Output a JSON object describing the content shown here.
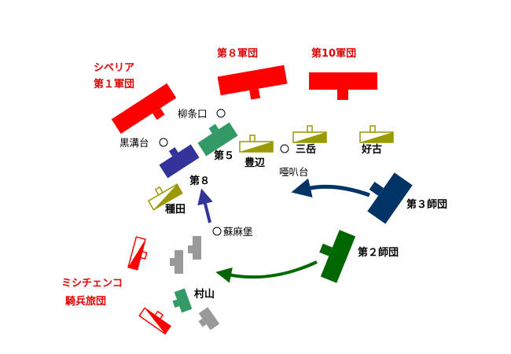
{
  "colors": {
    "japan_red": "#ff0000",
    "label_red": "#e00000",
    "green": "#339966",
    "navy": "#333399",
    "olive": "#999900",
    "gray": "#999999",
    "dark_blue": "#003366",
    "army2_green": "#006600"
  },
  "labels": {
    "siberia_line1": "シベリア",
    "siberia_line2": "第１軍団",
    "corps8": "第８軍団",
    "corps10": "第10軍団",
    "div3": "第３師団",
    "div2": "第２師団",
    "div5": "第５",
    "div8": "第８",
    "toyohe": "豊辺",
    "sangaku": "三岳",
    "kouko": "好古",
    "taneda": "種田",
    "murayama": "村山",
    "mishchenko_line1": "ミシチェンコ",
    "mishchenko_line2": "騎兵旅団"
  },
  "places": {
    "liutiaokou": "柳条口",
    "heigoutai": "黒溝台",
    "yabatai": "唖叭台",
    "sumabao": "蘇麻堡"
  },
  "icons": {
    "city_marker": "circle-marker-icon",
    "advance_arrow": "arrow-icon"
  }
}
